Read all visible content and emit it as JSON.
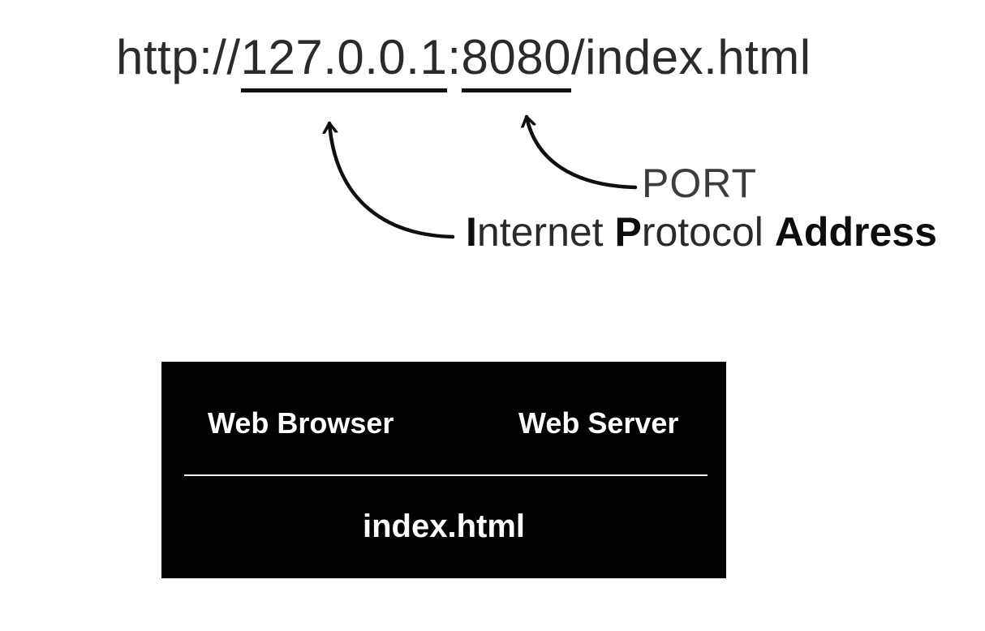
{
  "url": {
    "protocol": "http://",
    "ip": "127.0.0.1",
    "colon": ":",
    "port": "8080",
    "path": "/index.html",
    "full": "http://127.0.0.1:8080/index.html"
  },
  "annotations": {
    "port_label": "PORT",
    "ip_label_full": "Internet Protocol Address",
    "ip_label_parts": [
      {
        "text": "I",
        "bold": true
      },
      {
        "text": "nternet ",
        "bold": false
      },
      {
        "text": "P",
        "bold": true
      },
      {
        "text": "rotocol ",
        "bold": false
      },
      {
        "text": "Address",
        "bold": true
      }
    ]
  },
  "diagram_box": {
    "left_label": "Web Browser",
    "right_label": "Web Server",
    "file_label": "index.html",
    "background": "#000000",
    "text_color": "#ffffff"
  },
  "colors": {
    "ink": "#0f0f0f",
    "url_text": "#2b2b2b",
    "label_gray": "#3c3c3c",
    "page_background": "#ffffff"
  }
}
